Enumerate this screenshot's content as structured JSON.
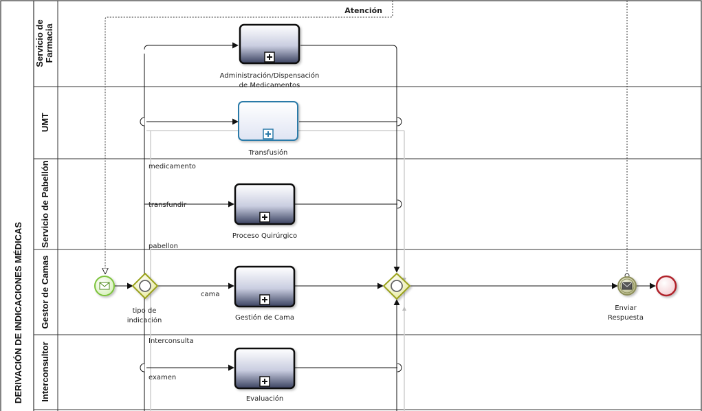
{
  "pool": {
    "title": "DERIVACIÓN DE INDICACIONES MÉDICAS",
    "message_label": "Atención"
  },
  "lanes": [
    {
      "id": "farmacia",
      "label_line1": "Servicio de",
      "label_line2": "Farmacia"
    },
    {
      "id": "umt",
      "label": "UMT"
    },
    {
      "id": "pabellon",
      "label": "Servicio de Pabellón"
    },
    {
      "id": "gestor",
      "label": "Gestor de Camas"
    },
    {
      "id": "interconsultor",
      "label": "Interconsultor"
    }
  ],
  "tasks": {
    "administracion": {
      "line1": "Administración/Dispensación",
      "line2": "de Medicamentos"
    },
    "transfusion": {
      "label": "Transfusión"
    },
    "proceso": {
      "label": "Proceso  Quirúrgico"
    },
    "gestion": {
      "label": "Gestión de  Cama"
    },
    "evaluacion": {
      "label": "Evaluación"
    }
  },
  "gateway": {
    "line1": "tipo de",
    "line2": "indicación"
  },
  "end_message": {
    "line1": "Enviar",
    "line2": "Respuesta"
  },
  "flow_labels": {
    "medicamento": "medicamento",
    "transfundir": "transfundir",
    "pabellon": "pabellon",
    "cama": "cama",
    "interconsulta": "Interconsulta",
    "examen": "examen"
  },
  "colors": {
    "task_fill_dark": "#3a4260",
    "task_stroke": "#111111",
    "task_selected_stroke": "#2a7aa8",
    "start_event": "#7cc33a",
    "gateway": "#b7bf2e",
    "end_event": "#b0202a",
    "message_event": "#8d8f5a"
  },
  "icons": [
    "envelope-icon",
    "subprocess-plus-icon"
  ]
}
